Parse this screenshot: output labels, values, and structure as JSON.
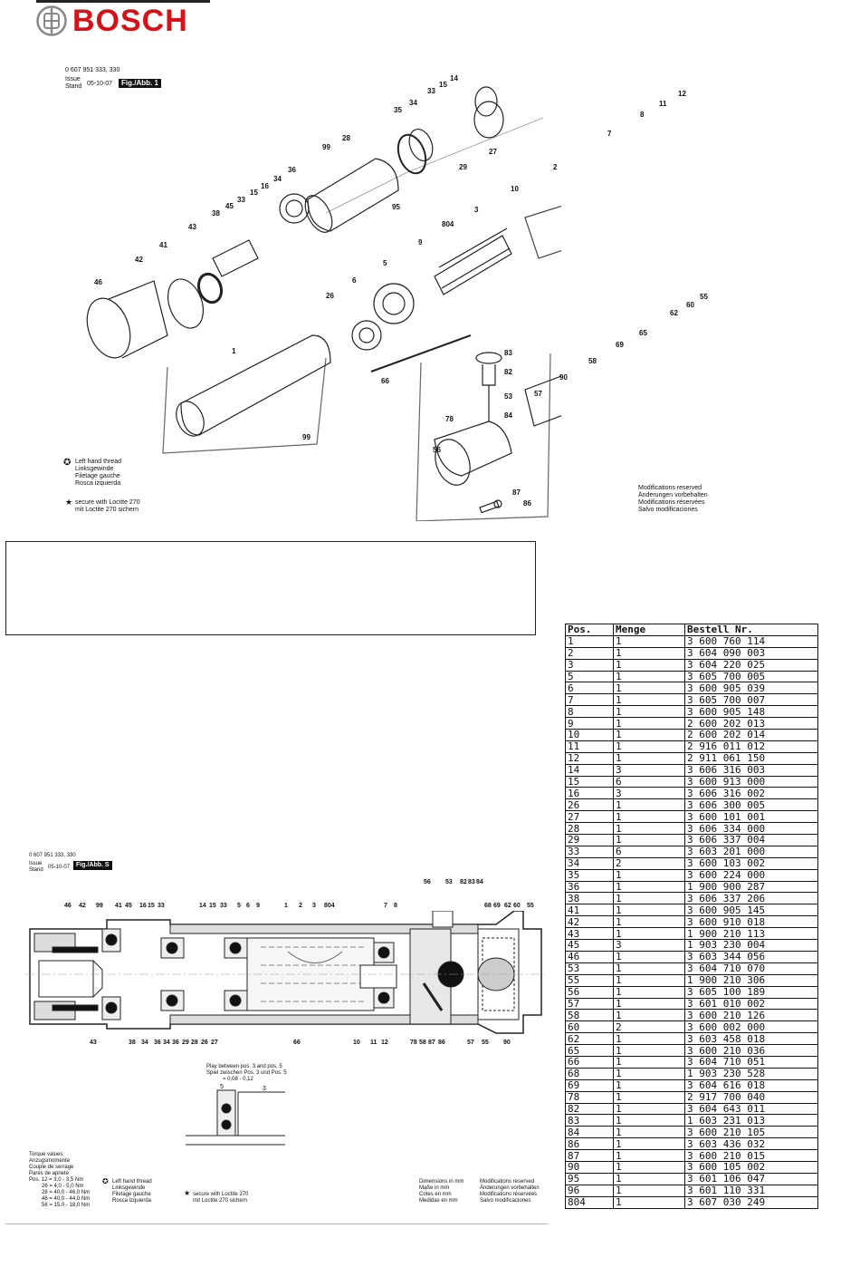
{
  "brand": {
    "name": "BOSCH"
  },
  "figure1": {
    "doc_number": "0 607 951 333, 330",
    "issue_label": "Issue",
    "stand_label": "Stand",
    "date": "05-10-07",
    "fig_label": "Fig./Abb. 1",
    "left_hand_note": [
      "Left hand thread",
      "Linksgewinde",
      "Filetage gauche",
      "Rosca izquierda"
    ],
    "loctite_note": [
      "secure with Loctite 270",
      "mit Loctite 270 sichern"
    ],
    "modifications_note": [
      "Modifications reserved",
      "Änderungen vorbehalten",
      "Modifications réservées",
      "Salvo modificaciones"
    ],
    "callouts": [
      "14",
      "15",
      "33",
      "34",
      "35",
      "12",
      "99",
      "28",
      "27",
      "29",
      "11",
      "8",
      "7",
      "16",
      "15",
      "33",
      "34",
      "36",
      "45",
      "95",
      "2",
      "10",
      "38",
      "43",
      "41",
      "42",
      "46",
      "804",
      "3",
      "9",
      "5",
      "6",
      "26",
      "62",
      "60",
      "55",
      "1",
      "83",
      "82",
      "53",
      "84",
      "66",
      "69",
      "65",
      "58",
      "90",
      "57",
      "78",
      "56",
      "99",
      "87",
      "86"
    ]
  },
  "figure2": {
    "doc_number": "0 607 951 333, 330",
    "issue_label": "Issue",
    "stand_label": "Stand",
    "date": "05-10-07",
    "fig_label": "Fig./Abb. S",
    "top_callouts": [
      "46",
      "42",
      "99",
      "41",
      "45",
      "16",
      "15",
      "33",
      "14",
      "15",
      "33",
      "5",
      "6",
      "9",
      "1",
      "2",
      "3",
      "804",
      "7",
      "8",
      "56",
      "53",
      "82",
      "83",
      "84",
      "68",
      "69",
      "62",
      "60",
      "55"
    ],
    "bottom_callouts": [
      "43",
      "38",
      "34",
      "36",
      "34",
      "36",
      "29",
      "28",
      "26",
      "27",
      "66",
      "10",
      "11",
      "12",
      "78",
      "58",
      "87",
      "86",
      "57",
      "55",
      "90"
    ],
    "play_note": [
      "Play between pos. 3 and pos. 5",
      "Spiel zwischen Pos. 3 und Pos. 5",
      "= 0,08 - 0,12"
    ],
    "torque_title": [
      "Torque values",
      "Anzugsmomente",
      "Couple de serrage",
      "Pares de apriete"
    ],
    "torque_values": [
      "Pos. 12 = 3,0 - 3,5 Nm",
      "26 = 4,0 - 5,0 Nm",
      "28 = 40,0 - 46,0 Nm",
      "46 = 40,0 - 44,0 Nm",
      "56 = 15,0 - 18,0 Nm"
    ],
    "left_hand_note": [
      "Left hand thread",
      "Linksgewinde",
      "Filetage gauche",
      "Rosca izquierda"
    ],
    "loctite_note": [
      "secure with Loctite 270",
      "mit Loctite 270 sichern"
    ],
    "dimensions_note": [
      "Dimensions in mm",
      "Maße in mm",
      "Cotes en mm",
      "Medidas en mm"
    ],
    "modifications_note": [
      "Modifications reserved",
      "Änderungen vorbehalten",
      "Modifications réservées",
      "Salvo modificaciones"
    ]
  },
  "parts_table": {
    "headers": [
      "Pos.",
      "Menge",
      "Bestell Nr."
    ],
    "rows": [
      [
        "1",
        "1",
        "3 600 760 114"
      ],
      [
        "2",
        "1",
        "3 604 090 003"
      ],
      [
        "3",
        "1",
        "3 604 220 025"
      ],
      [
        "5",
        "1",
        "3 605 700 005"
      ],
      [
        "6",
        "1",
        "3 600 905 039"
      ],
      [
        "7",
        "1",
        "3 605 700 007"
      ],
      [
        "8",
        "1",
        "3 600 905 148"
      ],
      [
        "9",
        "1",
        "2 600 202 013"
      ],
      [
        "10",
        "1",
        "2 600 202 014"
      ],
      [
        "11",
        "1",
        "2 916 011 012"
      ],
      [
        "12",
        "1",
        "2 911 061 150"
      ],
      [
        "14",
        "3",
        "3 606 316 003"
      ],
      [
        "15",
        "6",
        "3 600 913 000"
      ],
      [
        "16",
        "3",
        "3 606 316 002"
      ],
      [
        "26",
        "1",
        "3 606 300 005"
      ],
      [
        "27",
        "1",
        "3 600 101 001"
      ],
      [
        "28",
        "1",
        "3 606 334 000"
      ],
      [
        "29",
        "1",
        "3 606 337 004"
      ],
      [
        "33",
        "6",
        "3 603 201 000"
      ],
      [
        "34",
        "2",
        "3 600 103 002"
      ],
      [
        "35",
        "1",
        "3 600 224 000"
      ],
      [
        "36",
        "1",
        "1 900 900 287"
      ],
      [
        "38",
        "1",
        "3 606 337 206"
      ],
      [
        "41",
        "1",
        "3 600 905 145"
      ],
      [
        "42",
        "1",
        "3 600 910 018"
      ],
      [
        "43",
        "1",
        "1 900 210 113"
      ],
      [
        "45",
        "3",
        "1 903 230 004"
      ],
      [
        "46",
        "1",
        "3 603 344 056"
      ],
      [
        "53",
        "1",
        "3 604 710 070"
      ],
      [
        "55",
        "1",
        "1 900 210 306"
      ],
      [
        "56",
        "1",
        "3 605 100 189"
      ],
      [
        "57",
        "1",
        "3 601 010 002"
      ],
      [
        "58",
        "1",
        "3 600 210 126"
      ],
      [
        "60",
        "2",
        "3 600 002 000"
      ],
      [
        "62",
        "1",
        "3 603 458 018"
      ],
      [
        "65",
        "1",
        "3 600 210 036"
      ],
      [
        "66",
        "1",
        "3 604 710 051"
      ],
      [
        "68",
        "1",
        "1 903 230 528"
      ],
      [
        "69",
        "1",
        "3 604 616 018"
      ],
      [
        "78",
        "1",
        "2 917 700 040"
      ],
      [
        "82",
        "1",
        "3 604 643 011"
      ],
      [
        "83",
        "1",
        "1 603 231 013"
      ],
      [
        "84",
        "1",
        "3 600 210 105"
      ],
      [
        "86",
        "1",
        "3 603 436 032"
      ],
      [
        "87",
        "1",
        "3 600 210 015"
      ],
      [
        "90",
        "1",
        "3 600 105 002"
      ],
      [
        "95",
        "1",
        "3 601 106 047"
      ],
      [
        "96",
        "1",
        "3 601 110 331"
      ],
      [
        "804",
        "1",
        "3 607 030 249"
      ]
    ]
  }
}
